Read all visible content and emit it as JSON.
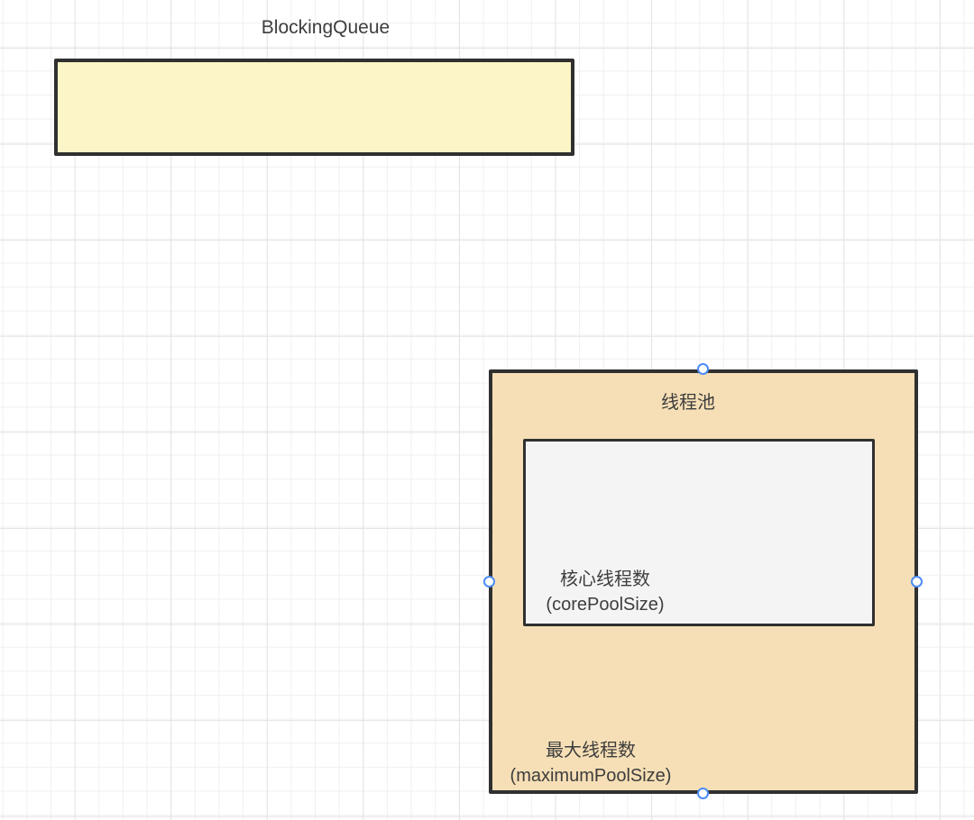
{
  "diagram": {
    "canvas": {
      "background": "#FFFFFF",
      "grid_minor_color": "#F0F0F0",
      "grid_major_color": "#E4E4E4"
    },
    "blocking_queue": {
      "title": "BlockingQueue",
      "fill": "#FCF5C7",
      "border_color": "#303030"
    },
    "thread_pool": {
      "label": "线程池",
      "fill": "#F6DFB6",
      "border_color": "#303030",
      "max_label_line1": "最大线程数",
      "max_label_line2": "(maximumPoolSize)"
    },
    "core_pool": {
      "label_line1": "核心线程数",
      "label_line2": "(corePoolSize)",
      "fill": "#F4F4F4",
      "border_color": "#303030"
    },
    "selection": {
      "handle_ring_color": "#4C8DF6",
      "handle_fill": "#FFFFFF",
      "handles": [
        "top",
        "left",
        "right",
        "bottom"
      ]
    },
    "text_color": "#3D3D3D"
  }
}
